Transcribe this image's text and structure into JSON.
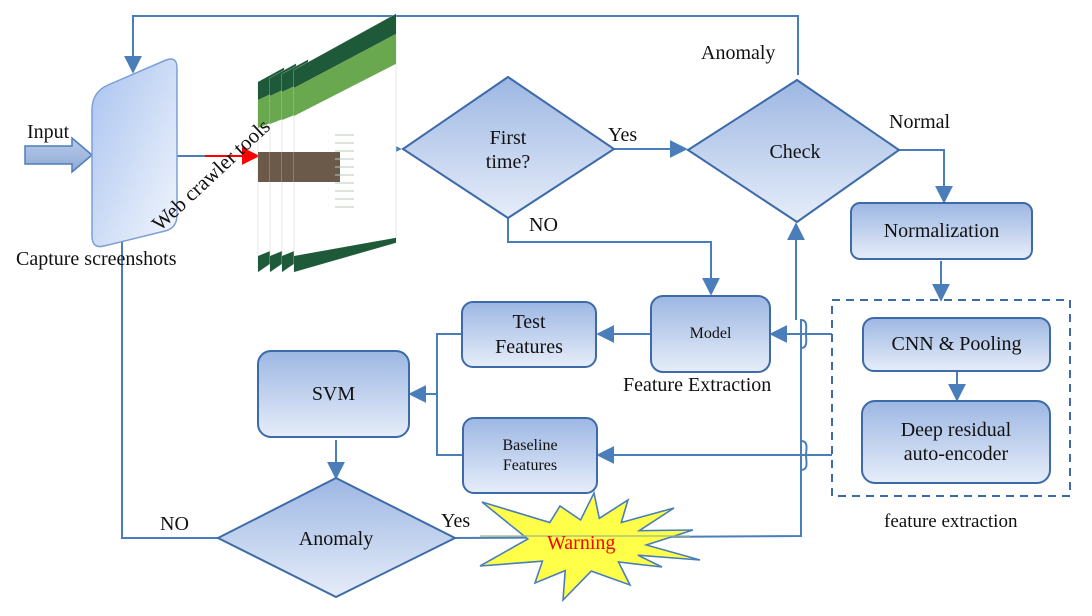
{
  "title": "Web page defacement detection flowchart",
  "colors": {
    "line": "#4a7ebb",
    "box_fill_top": "#9db7e3",
    "box_fill_bottom": "#e3ebf8",
    "box_stroke": "#3d6aa8",
    "warning_fill": "#ffff4a",
    "warning_text": "#ff0000",
    "crawler_arrow": "#ff0000",
    "webpage_green": "#1e5a3a"
  },
  "nodes": {
    "capture": {
      "label": "Capture screenshots"
    },
    "input": {
      "label": "Input"
    },
    "crawler": {
      "label": "Web crawler tools"
    },
    "first_time": {
      "label": "First\ntime?"
    },
    "check": {
      "label": "Check"
    },
    "normalization": {
      "label": "Normalization"
    },
    "cnn": {
      "label": "CNN & Pooling"
    },
    "residual": {
      "label": "Deep residual\nauto-encoder"
    },
    "feature_group": {
      "label": "feature extraction"
    },
    "model": {
      "label": "Model",
      "caption": "Feature Extraction"
    },
    "test_features": {
      "label": "Test\nFeatures"
    },
    "baseline_features": {
      "label": "Baseline\nFeatures"
    },
    "svm": {
      "label": "SVM"
    },
    "anomaly_decision": {
      "label": "Anomaly"
    },
    "warning": {
      "label": "Warning"
    }
  },
  "edges": {
    "first_yes": "Yes",
    "first_no": "NO",
    "check_anomaly": "Anomaly",
    "check_normal": "Normal",
    "anomaly_no": "NO",
    "anomaly_yes": "Yes"
  }
}
